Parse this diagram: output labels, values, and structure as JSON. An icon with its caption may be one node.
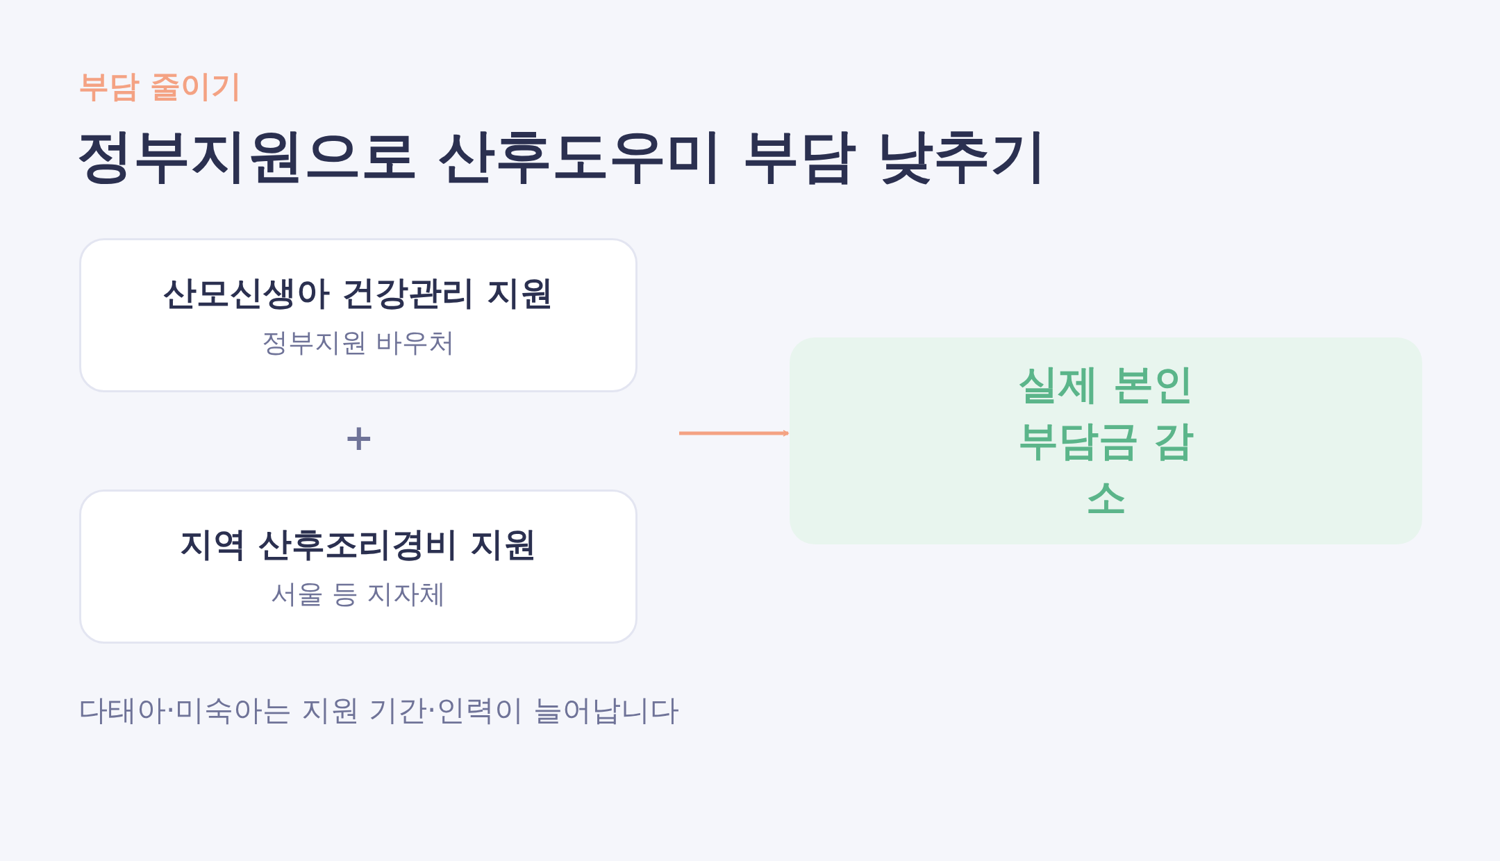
{
  "diagram": {
    "title": "정부지원으로 산후도우미 부담 낮추기",
    "nodes": [
      {
        "text": [
          "산모신생아 건강관리 지원",
          "정부지원 바우처"
        ]
      },
      {
        "text": [
          "지역 산후조리경비 지원",
          "서울 등 지자체"
        ]
      },
      {
        "text": [
          "실제 본인부담금 감소"
        ]
      }
    ],
    "edges": [
      {
        "from": null,
        "to": 2,
        "arrow": "to"
      }
    ],
    "labels": [
      "부담 줄이기",
      "+",
      "다태아·미숙아는 지원 기간·인력이 늘어납니다"
    ]
  }
}
